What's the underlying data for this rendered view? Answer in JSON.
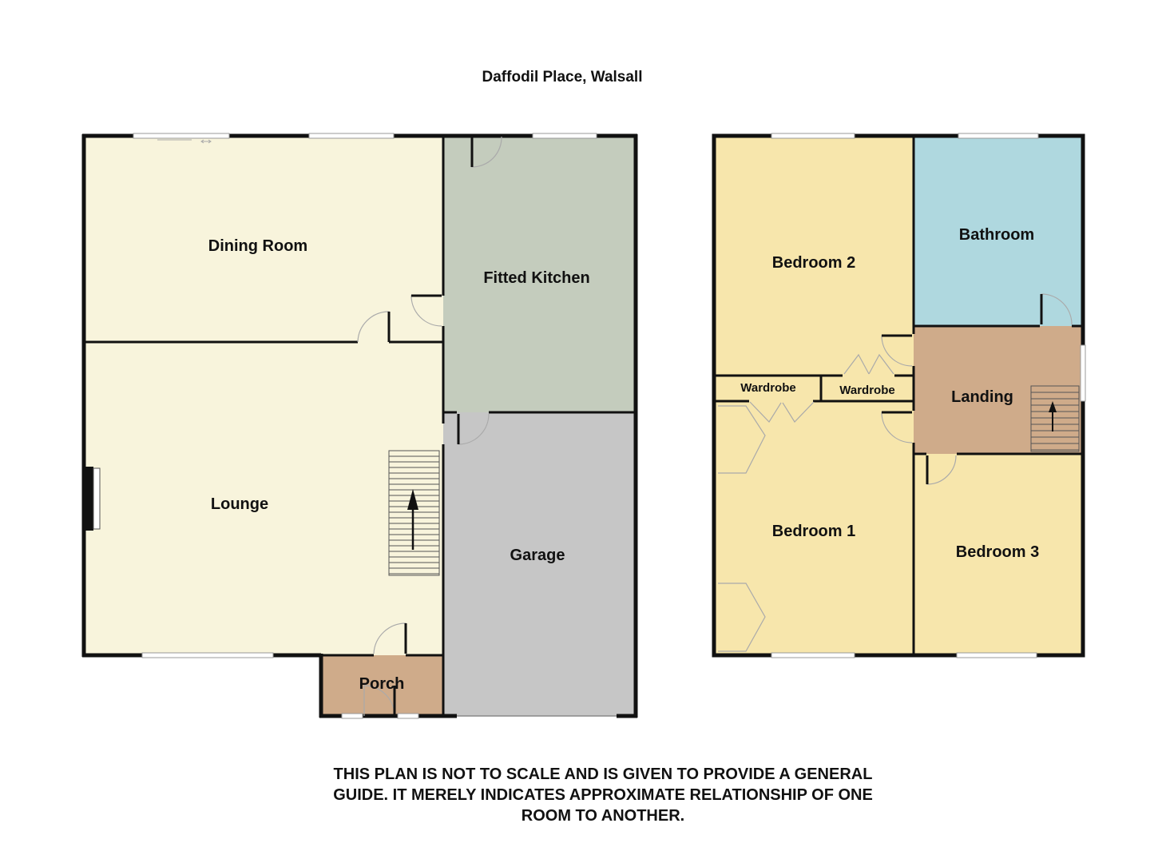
{
  "title": "Daffodil Place, Walsall",
  "colors": {
    "lounge": "#f8f4dc",
    "kitchen": "#c4ccbd",
    "garage": "#c6c6c6",
    "porch": "#cfab8a",
    "bedroom": "#f7e6ac",
    "bathroom": "#afd8df",
    "landing": "#cfab8a",
    "wall": "#111111"
  },
  "ground_floor": {
    "rooms": {
      "dining_room": "Dining Room",
      "fitted_kitchen": "Fitted Kitchen",
      "lounge": "Lounge",
      "garage": "Garage",
      "porch": "Porch"
    }
  },
  "first_floor": {
    "rooms": {
      "bedroom_2": "Bedroom 2",
      "bathroom": "Bathroom",
      "landing": "Landing",
      "wardrobe_left": "Wardrobe",
      "wardrobe_right": "Wardrobe",
      "bedroom_1": "Bedroom 1",
      "bedroom_3": "Bedroom 3"
    }
  },
  "disclaimer": {
    "line1": "THIS PLAN IS NOT TO SCALE AND IS GIVEN TO PROVIDE A GENERAL",
    "line2": "GUIDE. IT MERELY INDICATES APPROXIMATE RELATIONSHIP OF ONE",
    "line3": "ROOM TO ANOTHER."
  }
}
